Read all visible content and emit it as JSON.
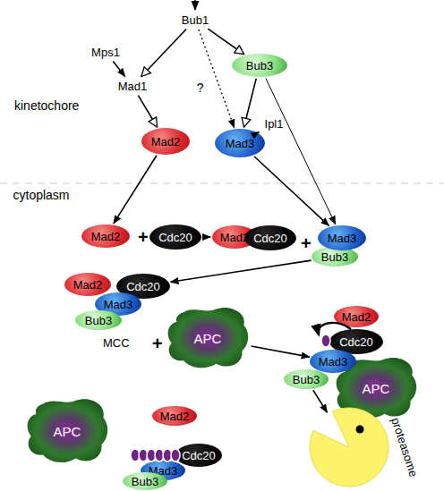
{
  "diagram": {
    "nodes": [
      {
        "text": [
          "Bub1"
        ]
      },
      {
        "text": [
          "Mps1"
        ]
      },
      {
        "text": [
          "Mad1"
        ]
      },
      {
        "text": [
          "Bub3"
        ]
      },
      {
        "text": [
          "Ipl1"
        ]
      },
      {
        "text": [
          "Mad2"
        ]
      },
      {
        "text": [
          "Mad3"
        ]
      },
      {
        "text": [
          "Mad2"
        ]
      },
      {
        "text": [
          "Cdc20"
        ]
      },
      {
        "text": [
          "Mad2"
        ]
      },
      {
        "text": [
          "Cdc20"
        ]
      },
      {
        "text": [
          "Mad3"
        ]
      },
      {
        "text": [
          "Bub3"
        ]
      },
      {
        "text": [
          "Mad2"
        ]
      },
      {
        "text": [
          "Cdc20"
        ]
      },
      {
        "text": [
          "Mad3"
        ]
      },
      {
        "text": [
          "Bub3"
        ]
      },
      {
        "text": [
          "APC"
        ]
      },
      {
        "text": [
          "Mad2"
        ]
      },
      {
        "text": [
          "Cdc20"
        ]
      },
      {
        "text": [
          "Mad3"
        ]
      },
      {
        "text": [
          "Bub3"
        ]
      },
      {
        "text": [
          "APC"
        ]
      },
      {
        "text": [
          "APC"
        ]
      },
      {
        "text": [
          "Mad2"
        ]
      },
      {
        "text": [
          "Cdc20"
        ]
      },
      {
        "text": [
          "Mad3"
        ]
      },
      {
        "text": [
          "Bub3"
        ]
      },
      {
        "text": [
          "proteasome"
        ]
      }
    ],
    "edges": [
      {
        "from": 0,
        "to": 2,
        "arrow": "to"
      },
      {
        "from": 1,
        "to": 2,
        "arrow": "to"
      },
      {
        "from": 0,
        "to": 3,
        "arrow": "to"
      },
      {
        "from": 0,
        "to": 6,
        "label": "?",
        "arrow": "to"
      },
      {
        "from": 2,
        "to": 5,
        "arrow": "to"
      },
      {
        "from": 3,
        "to": 6,
        "arrow": "to"
      },
      {
        "from": 4,
        "to": 6,
        "arrow": "to"
      },
      {
        "from": 5,
        "to": 7,
        "arrow": "to"
      },
      {
        "from": 6,
        "to": 11,
        "arrow": "to"
      },
      {
        "from": 3,
        "to": 11,
        "arrow": "to"
      },
      {
        "from": 8,
        "to": 9,
        "arrow": "to"
      },
      {
        "from": 12,
        "to": 14,
        "arrow": "to"
      },
      {
        "from": 17,
        "to": 20,
        "arrow": "to"
      },
      {
        "from": 21,
        "to": 28,
        "arrow": "to"
      }
    ],
    "labels": [
      "kinetochore",
      "cytoplasm",
      "+",
      "+",
      "MCC",
      "+"
    ]
  }
}
